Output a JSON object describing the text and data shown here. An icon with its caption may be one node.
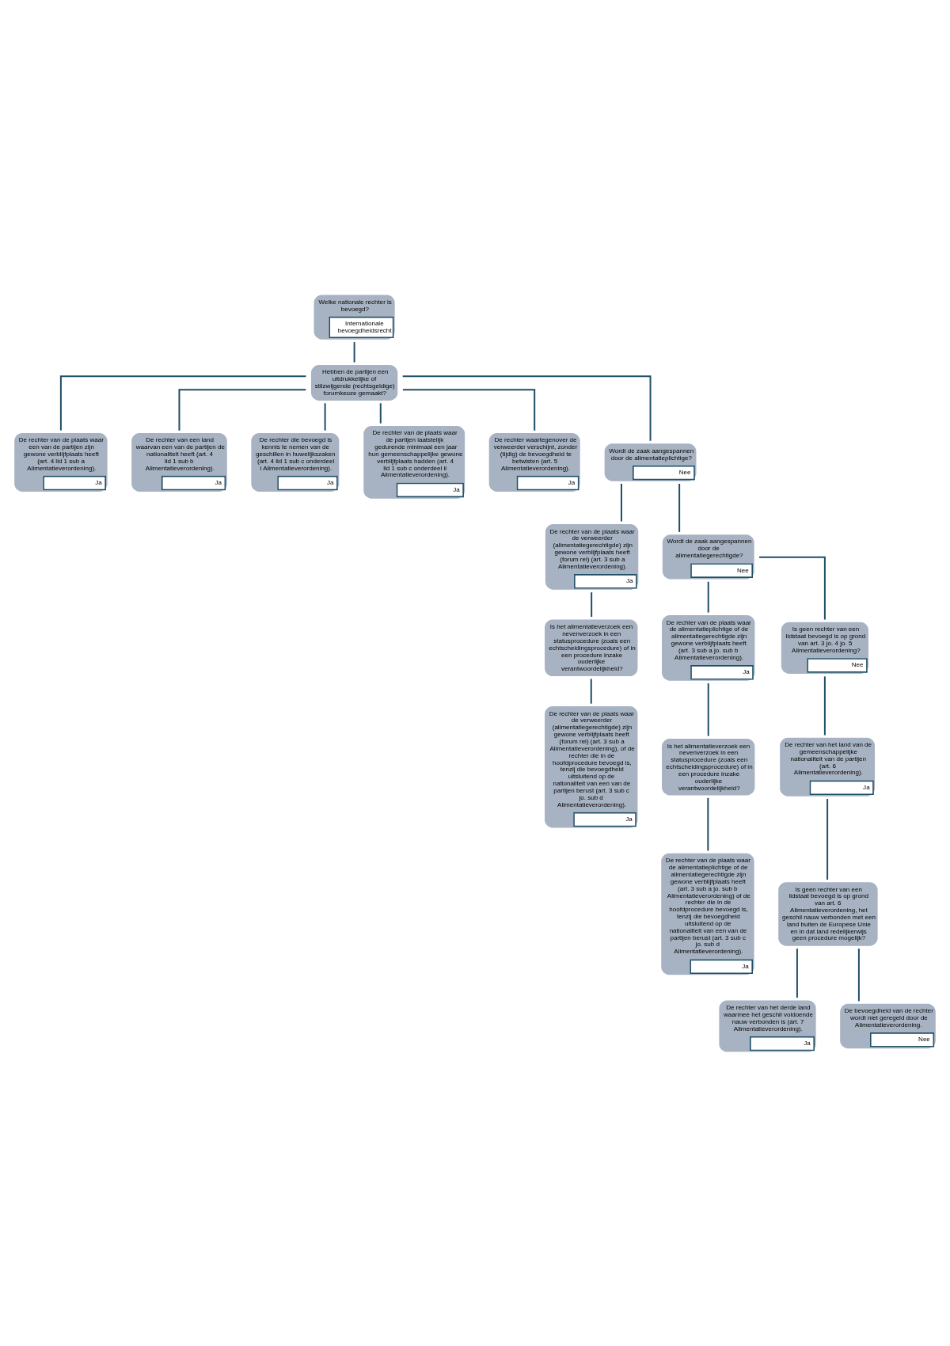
{
  "diagram": {
    "nodes": [
      {
        "text": [
          "Welke nationale rechter is bevoegd?",
          "Internationale bevoegdheidsrecht"
        ]
      },
      {
        "text": [
          "Hebben de partijen een uitdrukkelijke of stilzwijgende (rechtsgeldige) forumkeuze gemaakt?"
        ]
      },
      {
        "text": [
          "De rechter van de plaats waar een van de partijen zijn gewone verblijfplaats heeft (art. 4 lid 1 sub a Alimentatieverordening).",
          "Ja"
        ]
      },
      {
        "text": [
          "De rechter van een land waarvan een van de partijen de nationaliteit heeft (art. 4 lid 1 sub b Alimentatieverordening).",
          "Ja"
        ]
      },
      {
        "text": [
          "De rechter die bevoegd is kennis te nemen van de geschillen in huwelijkszaken (art. 4 lid 1 sub c onderdeel i Alimentatieverordening).",
          "Ja"
        ]
      },
      {
        "text": [
          "De rechter van de plaats waar de partijen laatstelijk gedurende minimaal een jaar hun gemeenschappelijke gewone verblijfplaats hadden (art. 4 lid 1 sub c onderdeel ii Alimentatieverordening).",
          "Ja"
        ]
      },
      {
        "text": [
          "De rechter waartegenover de verweerder verschijnt, zonder (tijdig) de bevoegdheid te betwisten (art. 5 Alimentatieverordening).",
          "Ja"
        ]
      },
      {
        "text": [
          "Wordt de zaak aangespannen door de alimentatieplichtige?",
          "Nee"
        ]
      },
      {
        "text": [
          "De rechter van de plaats waar de verweerder (alimentatiegerechtigde) zijn gewone verblijfplaats heeft (forum rei) (art. 3 sub a Alimentatieverordening).",
          "Ja"
        ]
      },
      {
        "text": [
          "Wordt de zaak aangespannen door de alimentatiegerechtigde?",
          "Nee"
        ]
      },
      {
        "text": [
          "De rechter van de plaats waar de alimentatieplichtige of de alimentatiegerechtigde zijn gewone verblijfplaats heeft (art. 3 sub a jo. sub b Alimentatieverordening).",
          "Ja"
        ]
      },
      {
        "text": [
          "Is geen rechter van een lidstaat bevoegd is op grond van art. 3 jo. 4 jo. 5 Alimentatieverordening?",
          "Nee"
        ]
      },
      {
        "text": [
          "Is het alimentatieverzoek een nevenverzoek in een statusprocedure (zoals een echtscheidingsprocedure) of in een procedure inzake ouderlijke verantwoordelijkheid?"
        ]
      },
      {
        "text": [
          "Is het alimentatieverzoek een nevenverzoek in een statusprocedure (zoals een echtscheidingsprocedure) of in een procedure inzake ouderlijke verantwoordelijkheid?"
        ]
      },
      {
        "text": [
          "De rechter van het land van de gemeenschappelijke nationaliteit van de partijen (art. 6 Alimentatieverordening).",
          "Ja"
        ]
      },
      {
        "text": [
          "De rechter van de plaats waar de verweerder (alimentatiegerechtigde) zijn gewone verblijfplaats heeft (forum rei) (art. 3 sub a Alimentatieverordening), of de rechter die in de hoofdprocedure bevoegd is, tenzij die bevoegdheid uitsluitend op de nationaliteit van een van de partijen berust (art. 3 sub c jo. sub d Alimentatieverordening).",
          "Ja"
        ]
      },
      {
        "text": [
          "Is geen rechter van een lidstaat bevoegd is op grond van art. 6 Alimentatieverordening, het geschil nauw verbonden met een land buiten de Europese Unie en in dat land redelijkerwijs geen procedure mogelijk?"
        ]
      },
      {
        "text": [
          "De rechter van de plaats waar de alimentatieplichtige of de alimentatiegerechtigde zijn gewone verblijfplaats heeft (art. 3 sub a jo. sub b Alimentatieverordening) of de rechter die in de hoofdprocedure bevoegd is, tenzij die bevoegdheid uitsluitend op de nationaliteit van een van de partijen berust (art. 3 sub c jo. sub d Alimentatieverordening).",
          "Ja"
        ]
      },
      {
        "text": [
          "De rechter van het derde land waarmee het geschil voldoende nauw verbonden is (art. 7 Alimentatieverordening).",
          "Ja"
        ]
      },
      {
        "text": [
          "De bevoegdheid van de rechter wordt niet geregeld door de Alimentatieverordening.",
          "Nee"
        ]
      }
    ],
    "edges": [
      {
        "from": 0,
        "to": 1,
        "arrow": "none"
      },
      {
        "from": 1,
        "to": 2,
        "arrow": "none"
      },
      {
        "from": 1,
        "to": 3,
        "arrow": "none"
      },
      {
        "from": 1,
        "to": 4,
        "arrow": "none"
      },
      {
        "from": 1,
        "to": 5,
        "arrow": "none"
      },
      {
        "from": 1,
        "to": 6,
        "arrow": "none"
      },
      {
        "from": 1,
        "to": 7,
        "arrow": "none"
      },
      {
        "from": 7,
        "to": 8,
        "arrow": "none"
      },
      {
        "from": 7,
        "to": 9,
        "arrow": "none"
      },
      {
        "from": 8,
        "to": 12,
        "arrow": "none"
      },
      {
        "from": 12,
        "to": 15,
        "arrow": "none"
      },
      {
        "from": 9,
        "to": 10,
        "arrow": "none"
      },
      {
        "from": 9,
        "to": 11,
        "arrow": "none"
      },
      {
        "from": 10,
        "to": 13,
        "arrow": "none"
      },
      {
        "from": 13,
        "to": 17,
        "arrow": "none"
      },
      {
        "from": 11,
        "to": 14,
        "arrow": "none"
      },
      {
        "from": 14,
        "to": 16,
        "arrow": "none"
      },
      {
        "from": 16,
        "to": 18,
        "arrow": "none"
      },
      {
        "from": 16,
        "to": 19,
        "arrow": "none"
      }
    ]
  }
}
